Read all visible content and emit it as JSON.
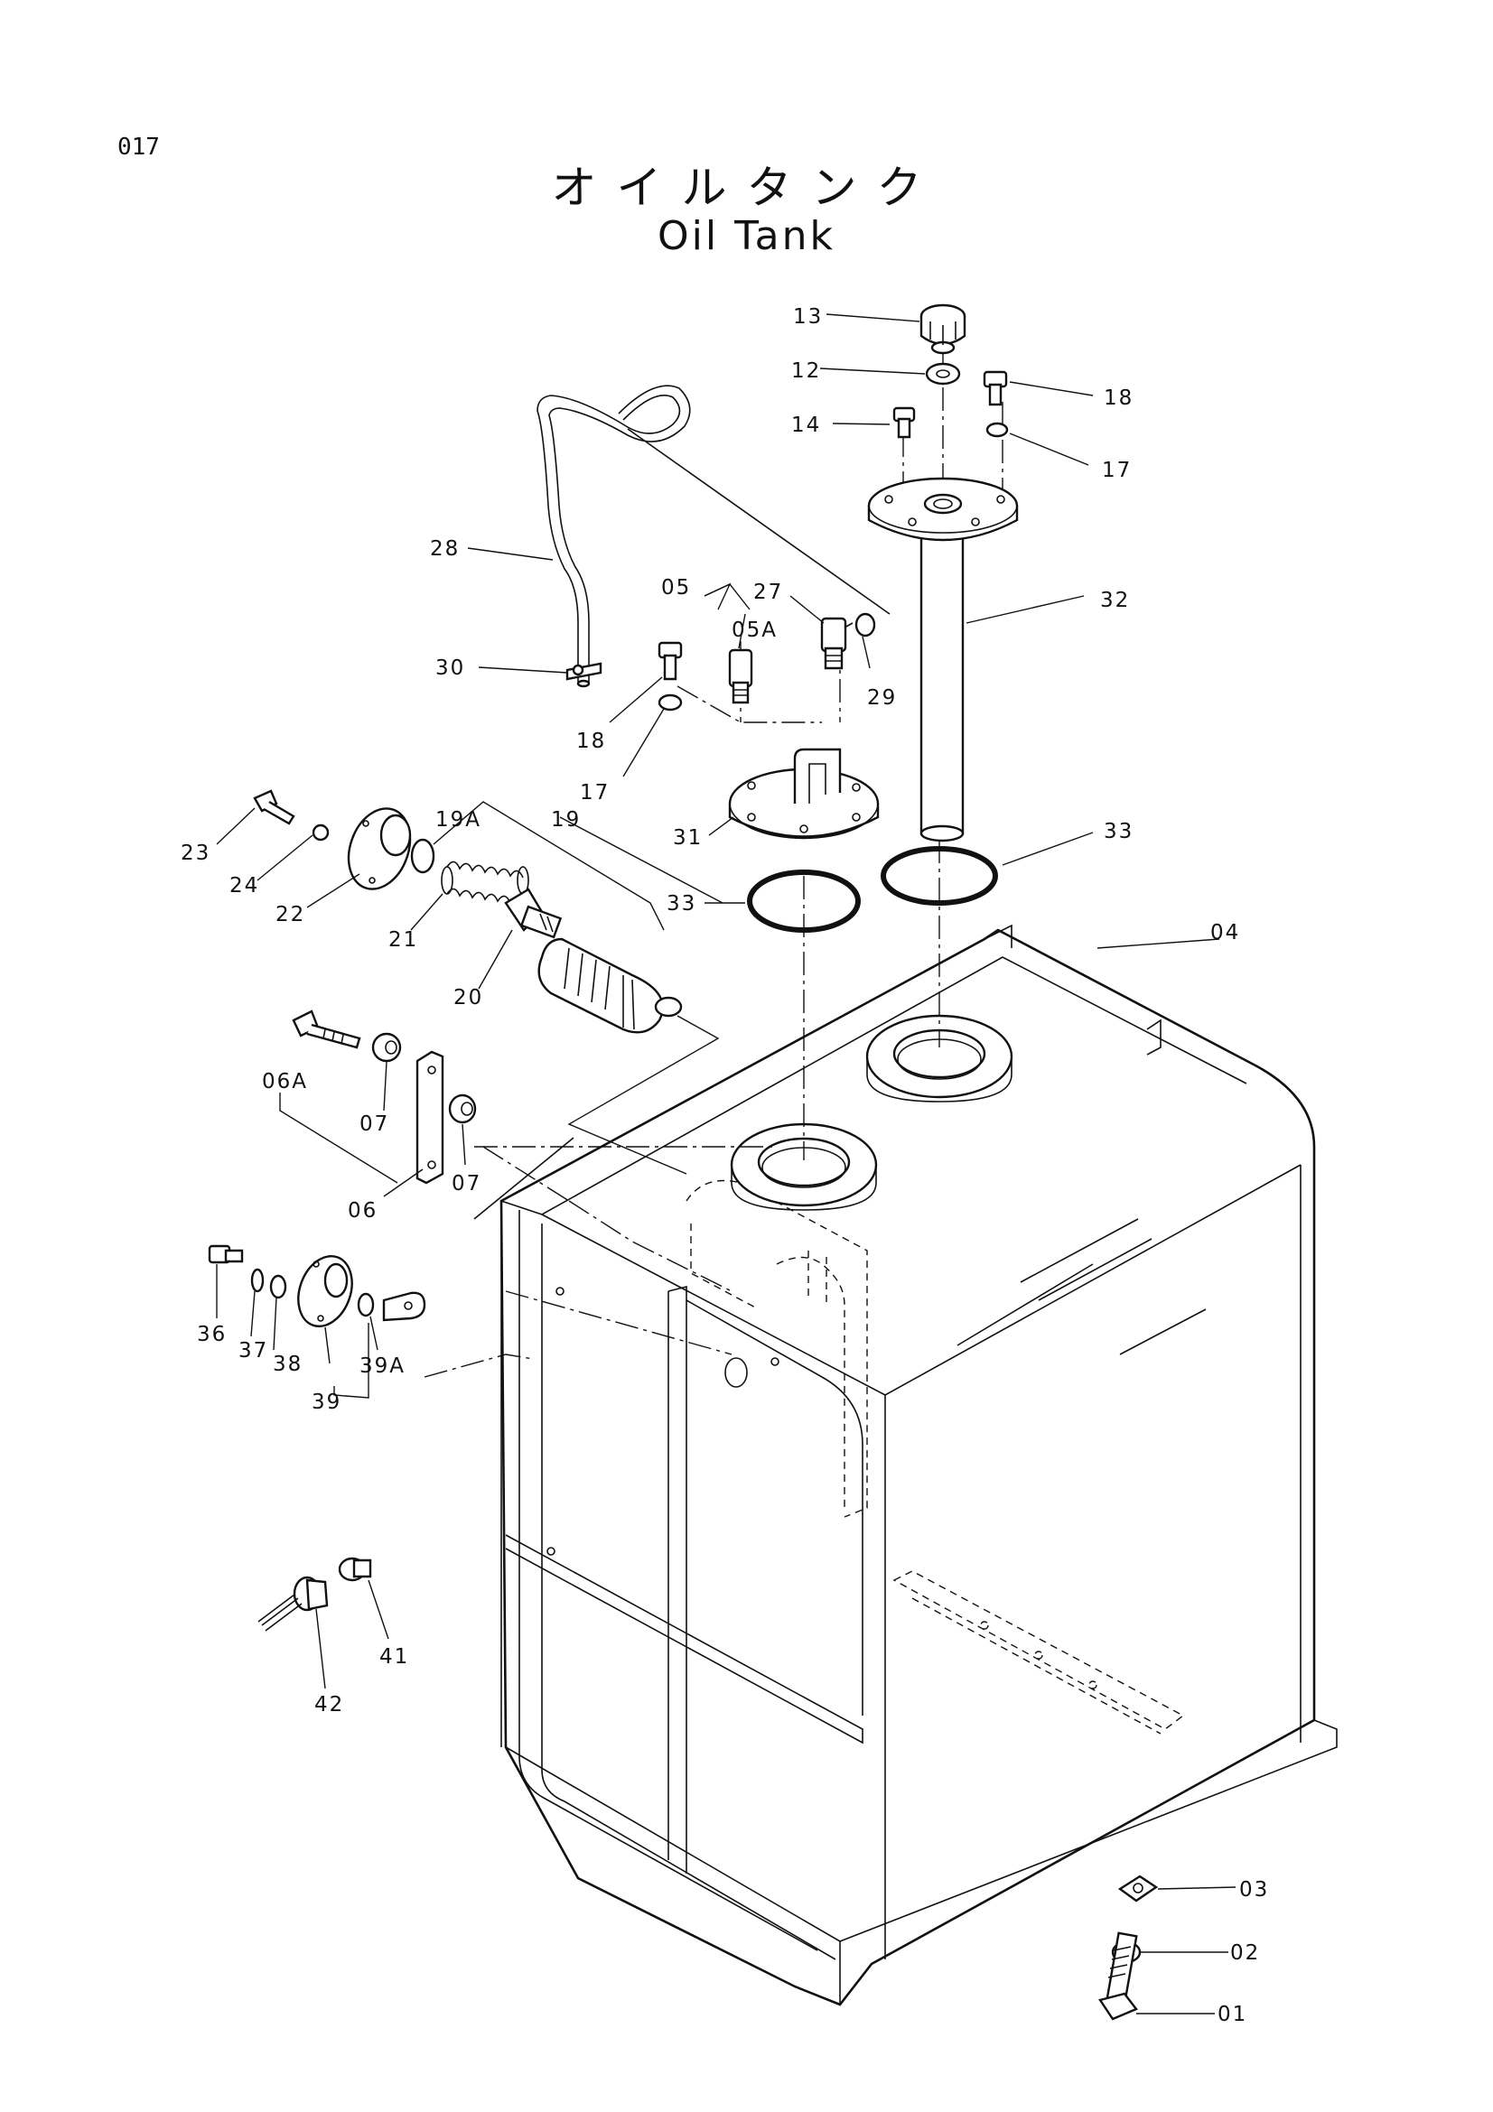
{
  "page_number": "017",
  "title_ja": "オイルタンク",
  "title_en": "Oil Tank",
  "callouts": {
    "p13": "13",
    "p12": "12",
    "p18a": "18",
    "p14": "14",
    "p17a": "17",
    "p32": "32",
    "p28": "28",
    "p05": "05",
    "p27": "27",
    "p05a": "05A",
    "p29": "29",
    "p30": "30",
    "p18b": "18",
    "p17b": "17",
    "p31": "31",
    "p33a": "33",
    "p33b": "33",
    "p19a": "19A",
    "p19": "19",
    "p23": "23",
    "p24": "24",
    "p22": "22",
    "p21": "21",
    "p20": "20",
    "p04": "04",
    "p06a": "06A",
    "p07a": "07",
    "p07b": "07",
    "p06": "06",
    "p36": "36",
    "p37": "37",
    "p38": "38",
    "p39a": "39A",
    "p39": "39",
    "p41": "41",
    "p42": "42",
    "p03": "03",
    "p02": "02",
    "p01": "01"
  }
}
